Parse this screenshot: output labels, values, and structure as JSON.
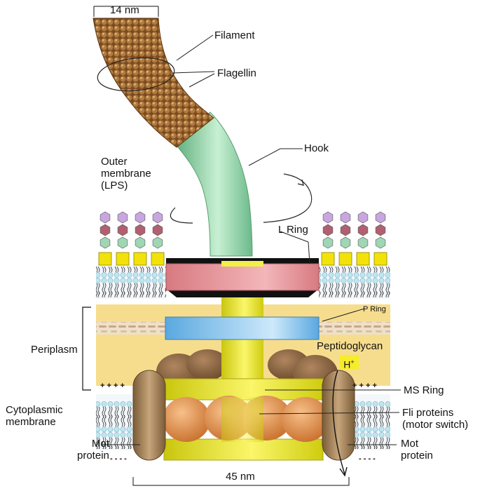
{
  "labels": {
    "scale_top": "14 nm",
    "filament": "Filament",
    "flagellin": "Flagellin",
    "hook": "Hook",
    "outer_membrane": [
      "Outer",
      "membrane",
      "(LPS)"
    ],
    "l_ring": "L Ring",
    "p_ring": "P Ring",
    "periplasm": "Periplasm",
    "peptidoglycan": "Peptidoglycan",
    "h_plus": "H",
    "h_plus_sup": "+",
    "ms_ring": "MS Ring",
    "fli_proteins": [
      "Fli proteins",
      "(motor switch)"
    ],
    "cytoplasmic_membrane": [
      "Cytoplasmic",
      "membrane"
    ],
    "mot_protein_left": [
      "Mot",
      "protein"
    ],
    "mot_protein_right": [
      "Mot",
      "protein"
    ],
    "scale_bottom": "45 nm",
    "charges_plus": "+ + + +",
    "charges_minus": "- - - -"
  },
  "colors": {
    "filament": "#8a5a2b",
    "hook": "#8fd4a6",
    "rod": "#e3e01a",
    "l_ring": "#e58a8f",
    "p_ring": "#6cb7ea",
    "periplasm": "#f6dd8e",
    "membrane_head": "#bfe6f0",
    "fli_proteins": "#e59a55",
    "mot_protein": "#9c7b52",
    "h_plus_box": "#f6ec2a"
  }
}
